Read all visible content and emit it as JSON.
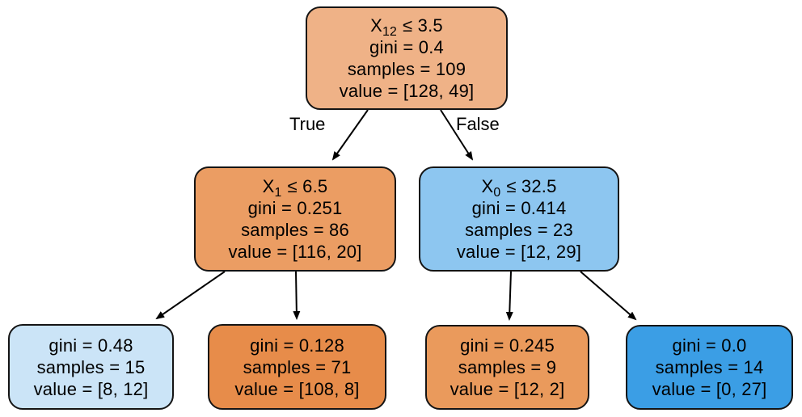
{
  "figure": {
    "kind": "decision-tree-plot",
    "background": "#ffffff",
    "edge_color": "#000000",
    "text_color": "#000000",
    "class_colors": {
      "orange_pure": "#e58139",
      "blue_pure": "#399de5"
    }
  },
  "edge_labels": {
    "true_branch": "True",
    "false_branch": "False"
  },
  "nodes": [
    {
      "id": "root",
      "feature": "X",
      "feature_subscript": "12",
      "condition_rest": "≤ 3.5",
      "gini": "gini = 0.4",
      "samples": "samples = 109",
      "value": "value = [128, 49]",
      "fill": "#efb287"
    },
    {
      "id": "left-child",
      "feature": "X",
      "feature_subscript": "1",
      "condition_rest": "≤ 6.5",
      "gini": "gini = 0.251",
      "samples": "samples = 86",
      "value": "value = [116, 20]",
      "fill": "#eb9d63"
    },
    {
      "id": "right-child",
      "feature": "X",
      "feature_subscript": "0",
      "condition_rest": "≤ 32.5",
      "gini": "gini = 0.414",
      "samples": "samples = 23",
      "value": "value = [12, 29]",
      "fill": "#8dc6f0"
    },
    {
      "id": "leaf-1",
      "gini": "gini = 0.48",
      "samples": "samples = 15",
      "value": "value = [8, 12]",
      "fill": "#cbe4f7"
    },
    {
      "id": "leaf-2",
      "gini": "gini = 0.128",
      "samples": "samples = 71",
      "value": "value = [108, 8]",
      "fill": "#e78c4a"
    },
    {
      "id": "leaf-3",
      "gini": "gini = 0.245",
      "samples": "samples = 9",
      "value": "value = [12, 2]",
      "fill": "#ea9a5c"
    },
    {
      "id": "leaf-4",
      "gini": "gini = 0.0",
      "samples": "samples = 14",
      "value": "value = [0, 27]",
      "fill": "#3b9ee5"
    }
  ]
}
